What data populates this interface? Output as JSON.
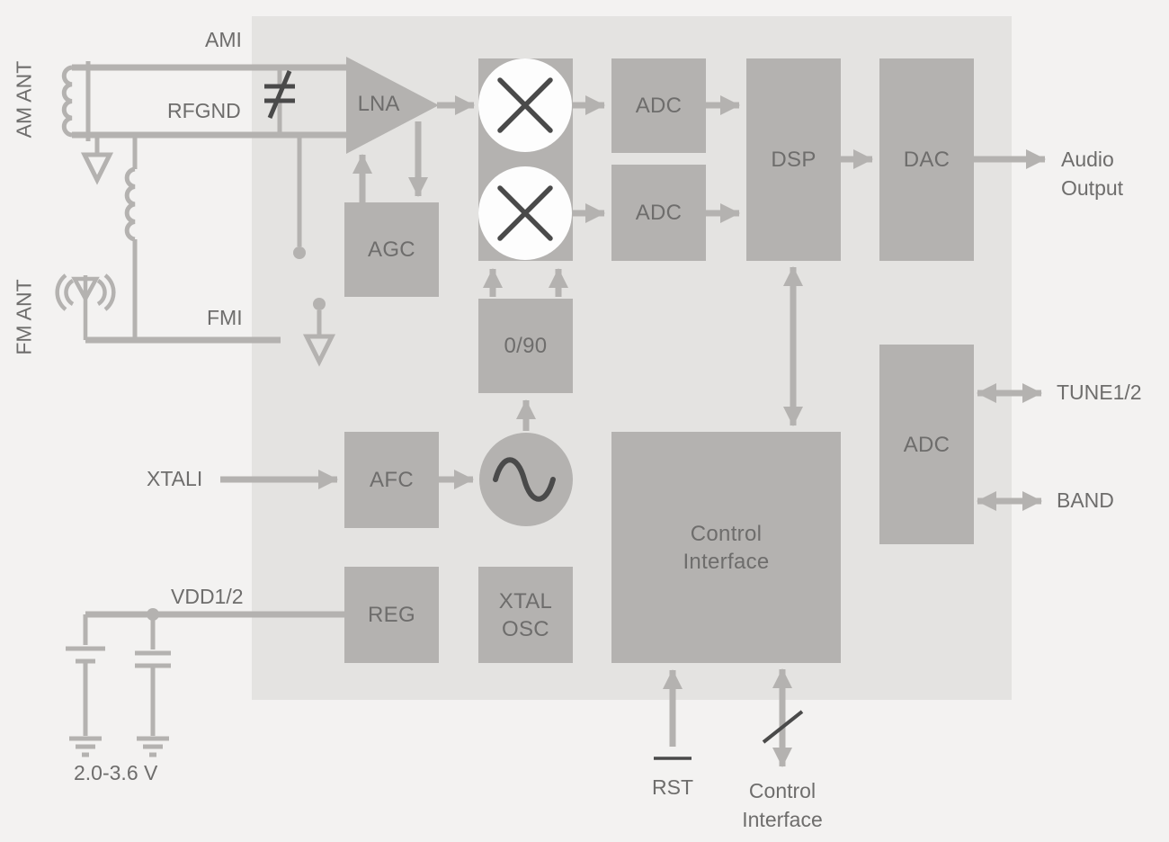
{
  "colors": {
    "page_bg": "#f3f2f1",
    "chip_bg": "#e4e3e1",
    "block": "#b4b2b0",
    "wire": "#b4b2b0",
    "dark": "#4a4a4a",
    "text": "#6e6d6c",
    "mixer_bg": "#fdfdfd"
  },
  "blocks": {
    "lna": "LNA",
    "agc": "AGC",
    "adc_i": "ADC",
    "adc_q": "ADC",
    "dsp": "DSP",
    "dac": "DAC",
    "phase_shifter": "0/90",
    "afc": "AFC",
    "control_interface": [
      "Control",
      "Interface"
    ],
    "aux_adc": "ADC",
    "reg": "REG",
    "xtal_osc": [
      "XTAL",
      "OSC"
    ]
  },
  "labels": {
    "ami": "AMI",
    "rfgnd": "RFGND",
    "fmi": "FMI",
    "am_ant": "AM ANT",
    "fm_ant": "FM ANT",
    "xtali": "XTALI",
    "vdd": "VDD1/2",
    "supply_voltage": "2.0-3.6 V",
    "rst": "RST",
    "control_interface_pin": [
      "Control",
      "Interface"
    ],
    "audio_output": [
      "Audio",
      "Output"
    ],
    "tune": "TUNE1/2",
    "band": "BAND"
  }
}
